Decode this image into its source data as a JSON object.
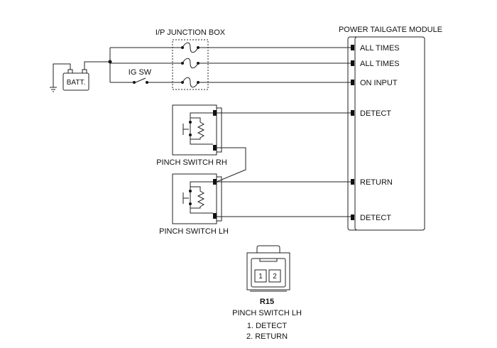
{
  "module": {
    "title": "POWER TAILGATE MODULE",
    "pins": [
      "ALL TIMES",
      "ALL TIMES",
      "ON INPUT",
      "DETECT",
      "RETURN",
      "DETECT"
    ]
  },
  "junction_box": {
    "label": "I/P JUNCTION BOX"
  },
  "ig_switch": {
    "label": "IG SW"
  },
  "battery": {
    "label": "BATT."
  },
  "switch_rh": {
    "label": "PINCH SWITCH RH"
  },
  "switch_lh": {
    "label": "PINCH SWITCH LH"
  },
  "connector": {
    "id": "R15",
    "name": "PINCH SWITCH LH",
    "pin_numbers": [
      "1",
      "2"
    ],
    "pin_list": [
      "1. DETECT",
      "2. RETURN"
    ]
  }
}
